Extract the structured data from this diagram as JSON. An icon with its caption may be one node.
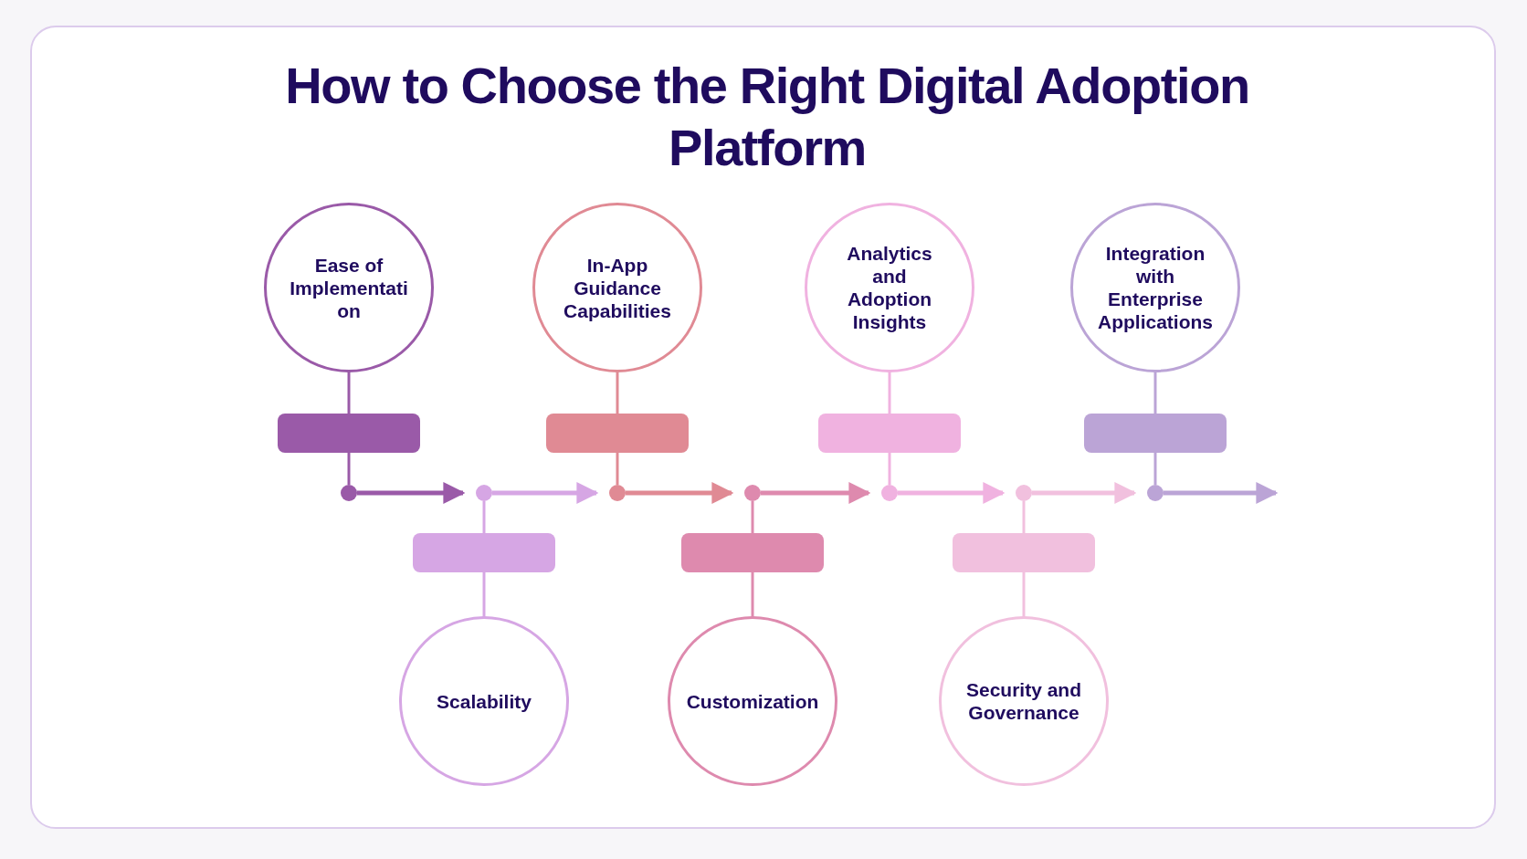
{
  "diagram": {
    "title": "How to Choose the Right Digital Adoption Platform",
    "nodes": [
      {
        "text": [
          "Ease of Implementati on"
        ]
      },
      {
        "text": [
          "Scalability"
        ]
      },
      {
        "text": [
          "In-App Guidance Capabilities"
        ]
      },
      {
        "text": [
          "Customization"
        ]
      },
      {
        "text": [
          "Analytics and Adoption Insights"
        ]
      },
      {
        "text": [
          "Security and Governance"
        ]
      },
      {
        "text": [
          "Integration with Enterprise Applications"
        ]
      },
      {
        "text": [],
        "shape": "bar"
      },
      {
        "text": [],
        "shape": "bar"
      },
      {
        "text": [],
        "shape": "bar"
      },
      {
        "text": [],
        "shape": "bar"
      },
      {
        "text": [],
        "shape": "bar"
      },
      {
        "text": [],
        "shape": "bar"
      },
      {
        "text": [],
        "shape": "bar"
      },
      {
        "text": [],
        "shape": "circle"
      },
      {
        "text": [],
        "shape": "circle"
      },
      {
        "text": [],
        "shape": "circle"
      },
      {
        "text": [],
        "shape": "circle"
      },
      {
        "text": [],
        "shape": "circle"
      },
      {
        "text": [],
        "shape": "circle"
      },
      {
        "text": [],
        "shape": "circle"
      }
    ],
    "edges": [
      {
        "from": 0,
        "to": 7,
        "arrow": "none",
        "color": "#9a5aa8"
      },
      {
        "from": 1,
        "to": 8,
        "arrow": "none",
        "color": "#d6a6e4"
      },
      {
        "from": 2,
        "to": 9,
        "arrow": "none",
        "color": "#e08a94"
      },
      {
        "from": 3,
        "to": 10,
        "arrow": "none",
        "color": "#de8aae"
      },
      {
        "from": 4,
        "to": 11,
        "arrow": "none",
        "color": "#f0b2e0"
      },
      {
        "from": 5,
        "to": 12,
        "arrow": "none",
        "color": "#f1c0de"
      },
      {
        "from": 6,
        "to": 13,
        "arrow": "none",
        "color": "#bba4d6"
      },
      {
        "from": 7,
        "to": 14,
        "arrow": "none",
        "color": "#9a5aa8"
      },
      {
        "from": 8,
        "to": 15,
        "arrow": "none",
        "color": "#d6a6e4"
      },
      {
        "from": 9,
        "to": 16,
        "arrow": "none",
        "color": "#e08a94"
      },
      {
        "from": 10,
        "to": 17,
        "arrow": "none",
        "color": "#de8aae"
      },
      {
        "from": 11,
        "to": 18,
        "arrow": "none",
        "color": "#f0b2e0"
      },
      {
        "from": 12,
        "to": 19,
        "arrow": "none",
        "color": "#f1c0de"
      },
      {
        "from": 13,
        "to": 20,
        "arrow": "none",
        "color": "#bba4d6"
      },
      {
        "from": 14,
        "to": 15,
        "arrow": "to",
        "color": "#9a5aa8"
      },
      {
        "from": 15,
        "to": 16,
        "arrow": "to",
        "color": "#d6a6e4"
      },
      {
        "from": 16,
        "to": 17,
        "arrow": "to",
        "color": "#e08a94"
      },
      {
        "from": 17,
        "to": 18,
        "arrow": "to",
        "color": "#de8aae"
      },
      {
        "from": 18,
        "to": 19,
        "arrow": "to",
        "color": "#f0b2e0"
      },
      {
        "from": 19,
        "to": 20,
        "arrow": "to",
        "color": "#f1c0de"
      },
      {
        "from": 20,
        "to": null,
        "arrow": "to",
        "color": "#bba4d6"
      }
    ]
  }
}
